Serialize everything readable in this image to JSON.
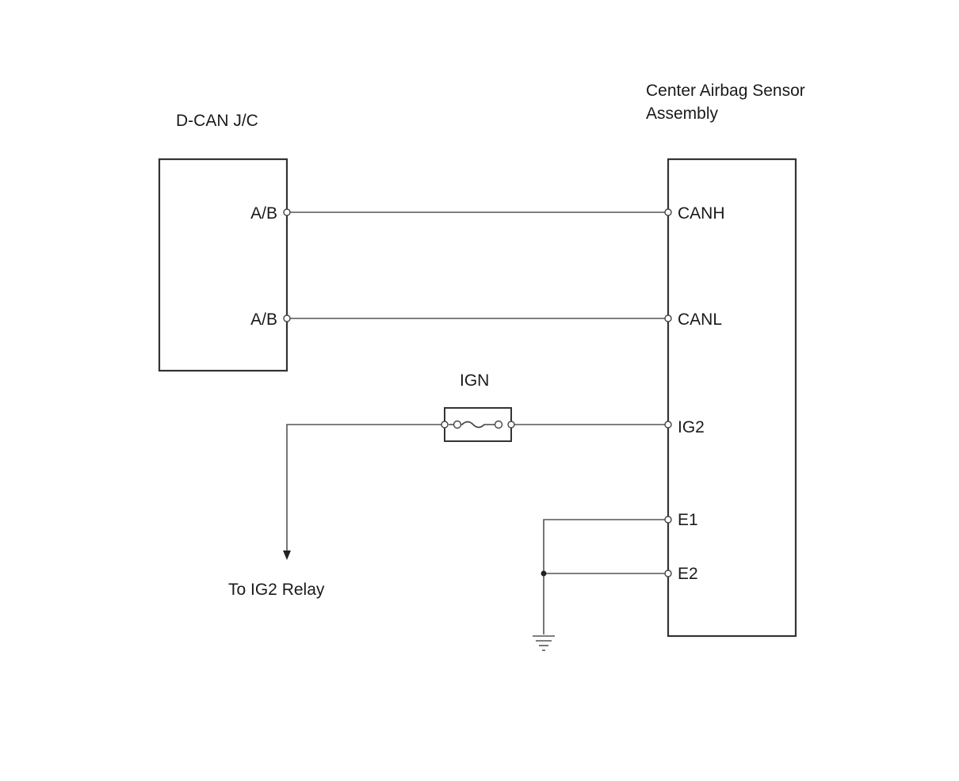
{
  "components": {
    "dcan_jc": {
      "label": "D-CAN J/C",
      "pins": [
        "A/B",
        "A/B"
      ]
    },
    "airbag_sensor": {
      "label_line1": "Center Airbag Sensor",
      "label_line2": "Assembly",
      "pins": [
        "CANH",
        "CANL",
        "IG2",
        "E1",
        "E2"
      ]
    },
    "fuse": {
      "label": "IGN"
    }
  },
  "annotations": {
    "ig2_relay": "To IG2 Relay"
  },
  "connections": [
    {
      "from": "D-CAN J/C A/B",
      "to": "CANH"
    },
    {
      "from": "D-CAN J/C A/B",
      "to": "CANL"
    },
    {
      "from": "To IG2 Relay",
      "via": "IGN",
      "to": "IG2"
    },
    {
      "from": "E1",
      "to": "ground"
    },
    {
      "from": "E2",
      "to": "ground"
    }
  ]
}
